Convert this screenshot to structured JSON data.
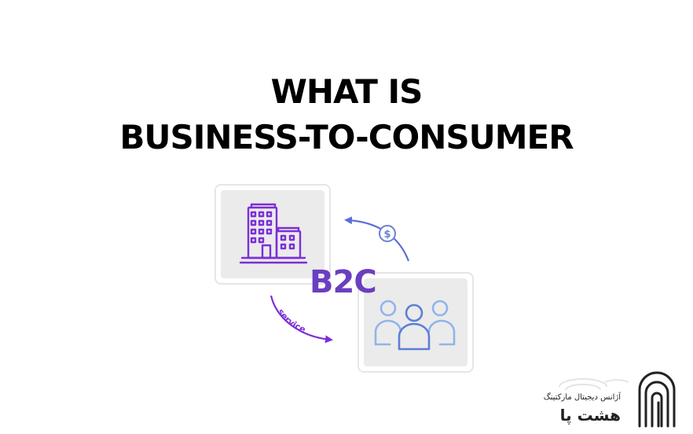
{
  "title": {
    "line1": "WHAT IS",
    "line2": "BUSINESS-TO-CONSUMER"
  },
  "diagram": {
    "center_label": "B2C",
    "service_label": "service",
    "payment_icon": "dollar-coin-icon",
    "business_icon": "building-icon",
    "consumer_icon": "people-group-icon"
  },
  "logo": {
    "tagline": "آژانس دیجیتال مارکتینگ",
    "name": "هشت پا"
  },
  "colors": {
    "purple": "#7b2fd8",
    "blue": "#5b7fd6",
    "light_blue": "#8fb5ea"
  }
}
